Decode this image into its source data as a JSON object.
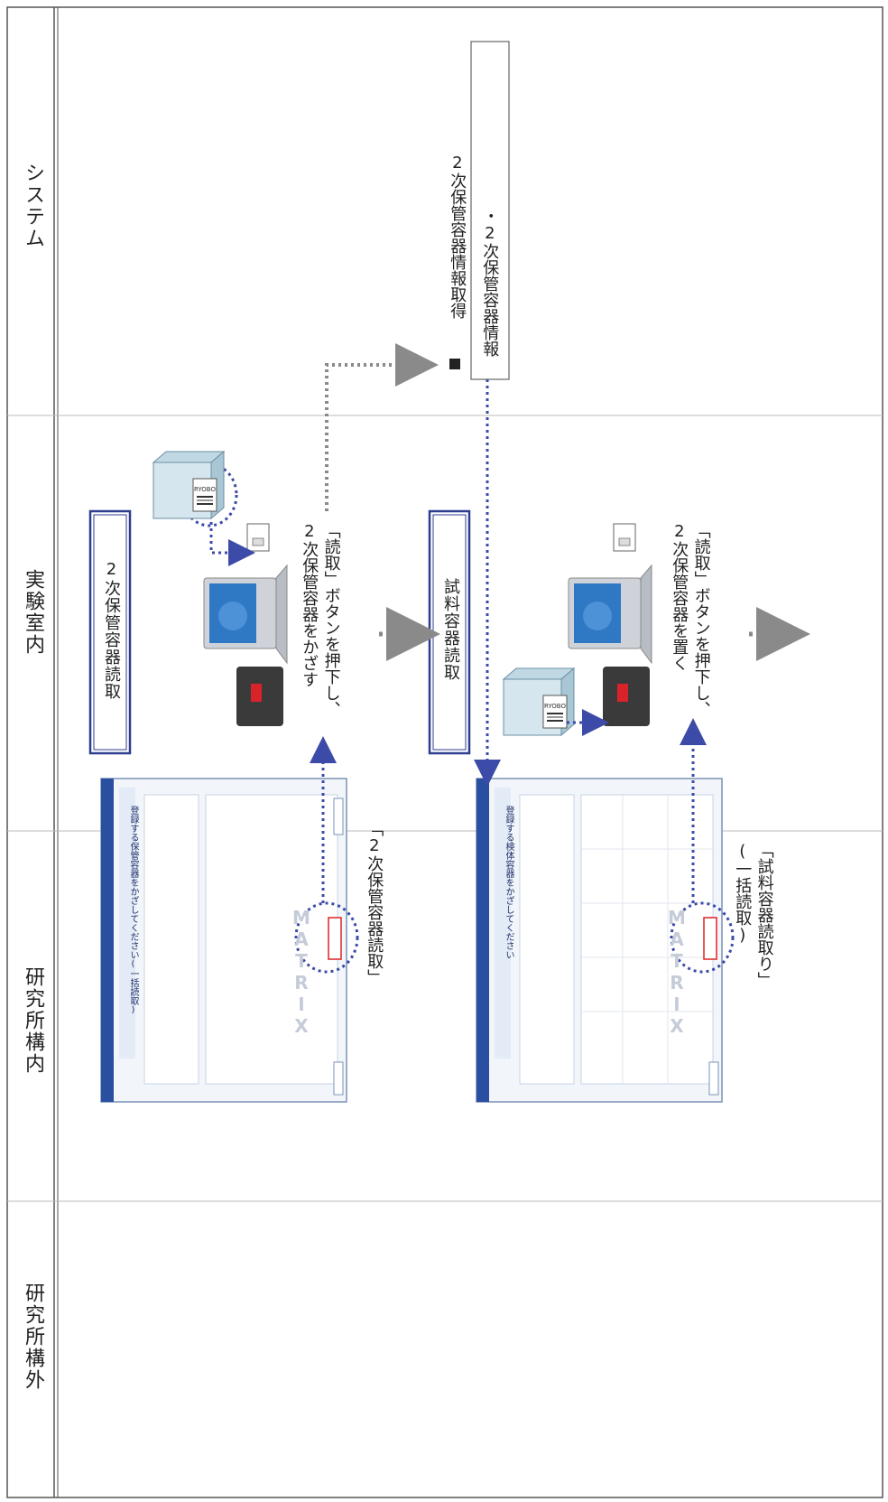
{
  "lanes": {
    "system": "システム",
    "lab": "実験室内",
    "institute_inside": "研究所構内",
    "institute_outside": "研究所構外"
  },
  "steps": {
    "secondary_read_title": "2次保管容器読取",
    "secondary_read_caption": "「読取」ボタンを押下し、\n2次保管容器をかざす",
    "sample_read_title": "試料容器読取",
    "sample_read_caption": "「読取」ボタンを押下し、\n2次保管容器を置く"
  },
  "system_box": {
    "heading": "2次保管容器情報取得",
    "item": "・2次保管容器情報"
  },
  "screens": {
    "screen1_title": "登録する保管容器をかざしてください(一括読取)",
    "screen1_caption": "「2次保管容器読取」",
    "screen2_title": "登録する検体容器をかざしてください",
    "screen2_caption": "「試料容器読取り」\n(一括読取)",
    "watermark": "MATRIX"
  },
  "tube_label": "RYOBO",
  "colors": {
    "accent_blue": "#2d3e8f",
    "arrow_blue": "#3c4aa8",
    "arrow_gray": "#8a8a8a",
    "screen_header": "#2a4fa0",
    "laptop_screen": "#2f78c4",
    "reader_body": "#3a3a3a",
    "reader_light": "#d9232a"
  }
}
